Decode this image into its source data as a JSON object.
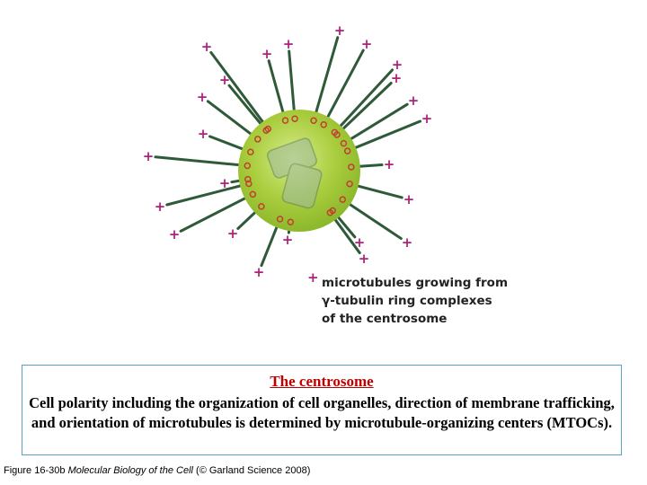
{
  "diagram": {
    "plus_symbol": "+",
    "annotation_lines": [
      "microtubules growing from",
      "γ-tubulin ring complexes",
      "of the centrosome"
    ],
    "colors": {
      "centrosome_fill": "#a8cc3c",
      "microtubule": "#2f5a3a",
      "plus_end": "#b0207a",
      "ring_complex": "#c04030"
    }
  },
  "caption": {
    "title": "The centrosome",
    "body": "Cell polarity including the organization of cell organelles, direction of membrane trafficking, and orientation of microtubules is determined by microtubule-organizing centers (MTOCs)."
  },
  "credit": {
    "figure_ref": "Figure 16-30b",
    "book_title": "Molecular Biology of the Cell",
    "rest": "(© Garland Science 2008)"
  }
}
